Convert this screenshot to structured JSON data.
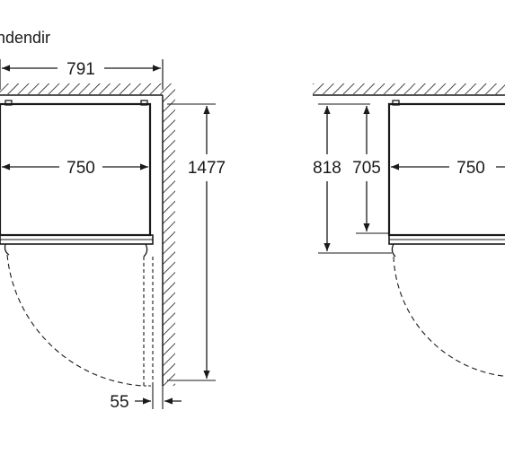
{
  "heading": "ndendir",
  "colors": {
    "line": "#1a1a1a",
    "background": "#ffffff"
  },
  "left_view": {
    "dim_total_width": "791",
    "dim_inner_width": "750",
    "dim_height": "1477",
    "dim_side_clearance": "55"
  },
  "right_view": {
    "dim_outer_depth": "818",
    "dim_inner_depth": "705",
    "dim_width": "750"
  }
}
